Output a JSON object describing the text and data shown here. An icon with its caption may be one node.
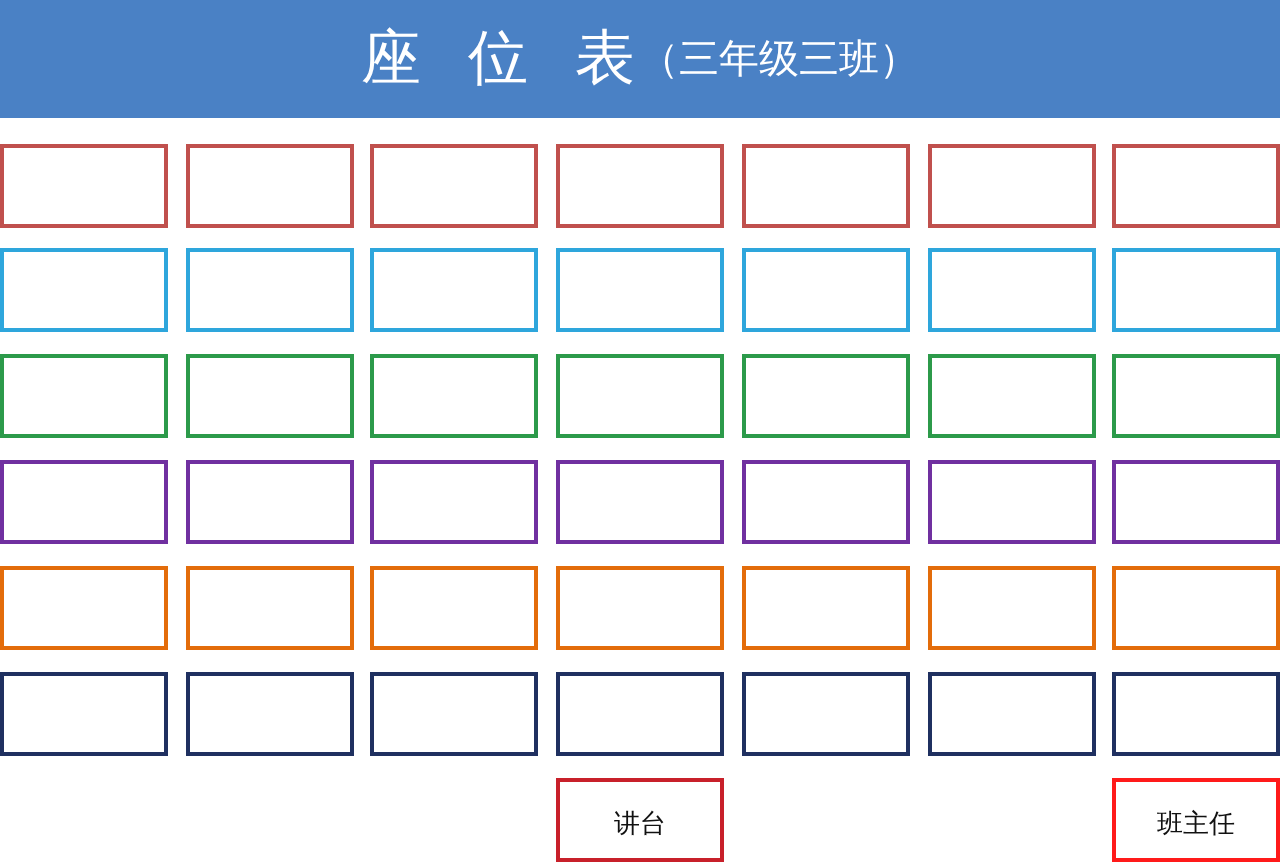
{
  "diagram": {
    "title": "座 位 表",
    "nodes": [
      {
        "text": [],
        "shape": "box"
      },
      {
        "text": [],
        "shape": "box"
      },
      {
        "text": [],
        "shape": "box"
      },
      {
        "text": [],
        "shape": "box"
      },
      {
        "text": [],
        "shape": "box"
      },
      {
        "text": [],
        "shape": "box"
      },
      {
        "text": [],
        "shape": "box"
      },
      {
        "text": [],
        "shape": "box"
      },
      {
        "text": [],
        "shape": "box"
      },
      {
        "text": [],
        "shape": "box"
      },
      {
        "text": [],
        "shape": "box"
      },
      {
        "text": [],
        "shape": "box"
      },
      {
        "text": [],
        "shape": "box"
      },
      {
        "text": [],
        "shape": "box"
      },
      {
        "text": [],
        "shape": "box"
      },
      {
        "text": [],
        "shape": "box"
      },
      {
        "text": [],
        "shape": "box"
      },
      {
        "text": [],
        "shape": "box"
      },
      {
        "text": [],
        "shape": "box"
      },
      {
        "text": [],
        "shape": "box"
      },
      {
        "text": [],
        "shape": "box"
      },
      {
        "text": [],
        "shape": "box"
      },
      {
        "text": [],
        "shape": "box"
      },
      {
        "text": [],
        "shape": "box"
      },
      {
        "text": [],
        "shape": "box"
      },
      {
        "text": [],
        "shape": "box"
      },
      {
        "text": [],
        "shape": "box"
      },
      {
        "text": [],
        "shape": "box"
      },
      {
        "text": [],
        "shape": "box"
      },
      {
        "text": [],
        "shape": "box"
      },
      {
        "text": [],
        "shape": "box"
      },
      {
        "text": [],
        "shape": "box"
      },
      {
        "text": [],
        "shape": "box"
      },
      {
        "text": [],
        "shape": "box"
      },
      {
        "text": [],
        "shape": "box"
      },
      {
        "text": [],
        "shape": "box"
      },
      {
        "text": [],
        "shape": "box"
      },
      {
        "text": [],
        "shape": "box"
      },
      {
        "text": [],
        "shape": "box"
      },
      {
        "text": [],
        "shape": "box"
      },
      {
        "text": [],
        "shape": "box"
      },
      {
        "text": [],
        "shape": "box"
      },
      {
        "text": [
          "讲台"
        ]
      },
      {
        "text": [
          "班主任"
        ]
      }
    ],
    "labels": [
      "（三年级三班）"
    ]
  }
}
